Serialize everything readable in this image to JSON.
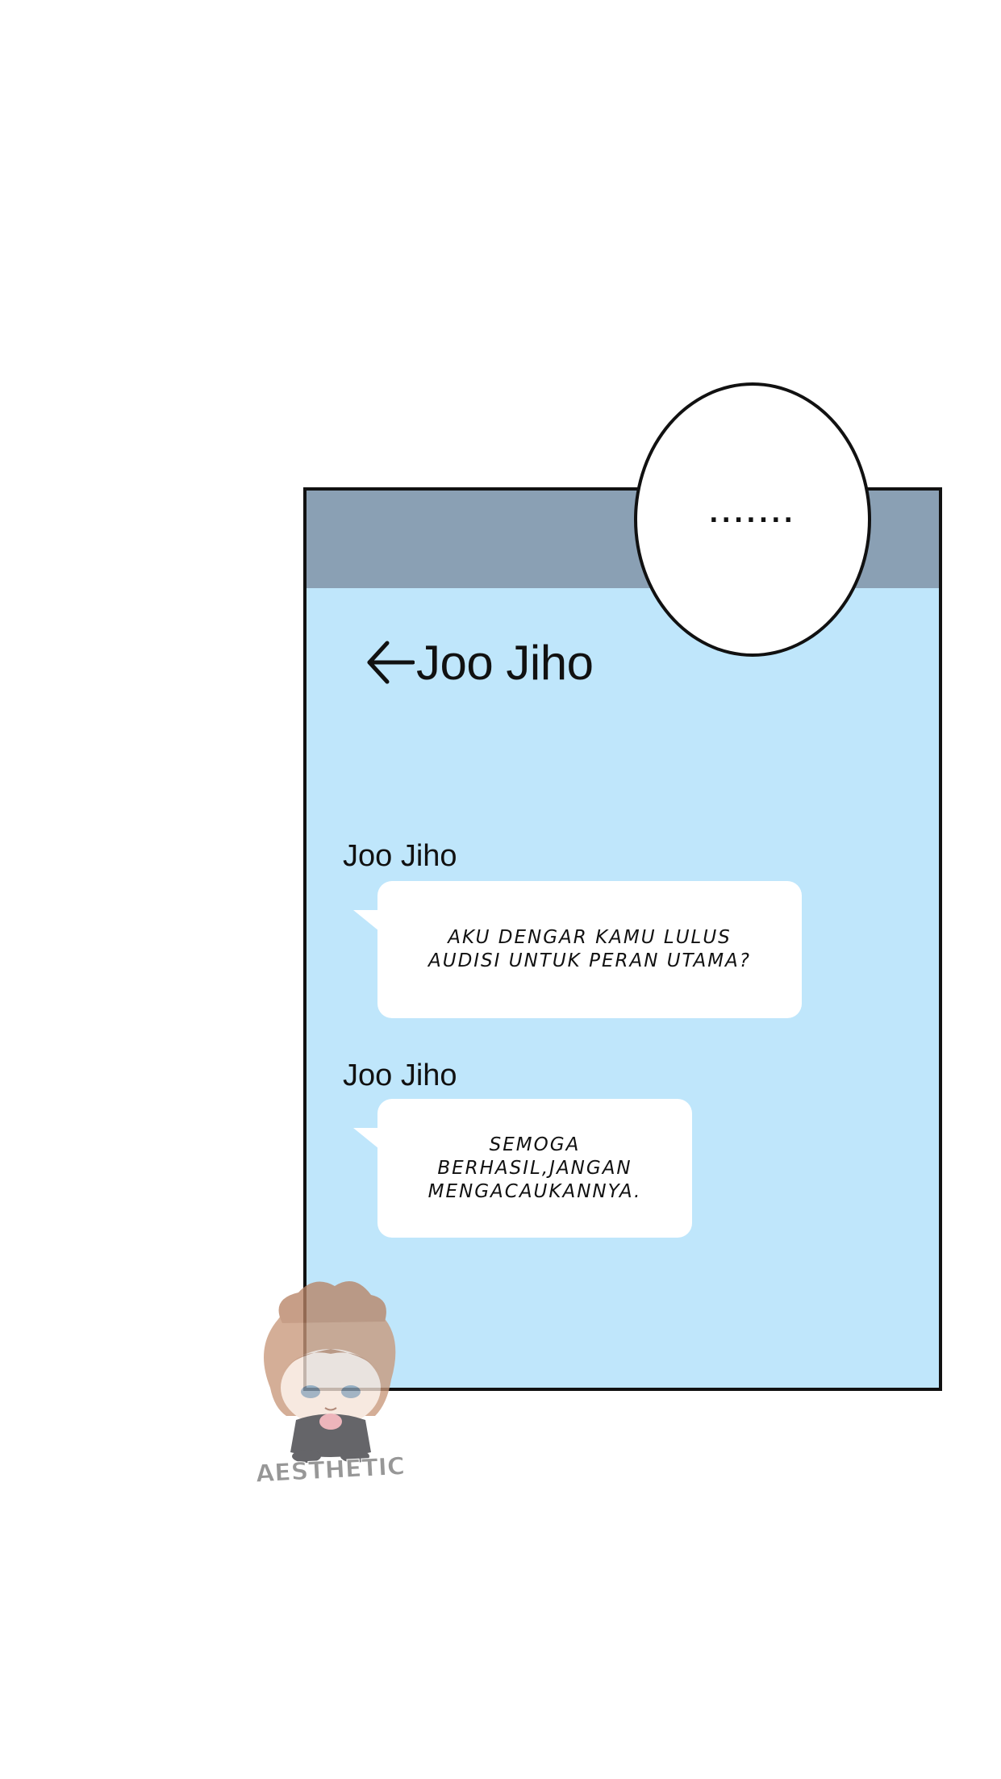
{
  "chat": {
    "title": "Joo Jiho",
    "messages": [
      {
        "sender": "Joo Jiho",
        "text": "AKU DENGAR KAMU LULUS\nAUDISI UNTUK PERAN UTAMA?"
      },
      {
        "sender": "Joo Jiho",
        "text": "SEMOGA\nBERHASIL,JANGAN\nMENGACAUKANNYA."
      }
    ]
  },
  "thought_bubble": {
    "text": "......."
  },
  "watermark": {
    "label": "AESTHETIC"
  },
  "colors": {
    "status_bar": "#8aa0b4",
    "chat_background": "#bfe6fb",
    "bubble": "#ffffff",
    "border": "#111111"
  },
  "icons": {
    "back": "arrow-left-icon"
  }
}
